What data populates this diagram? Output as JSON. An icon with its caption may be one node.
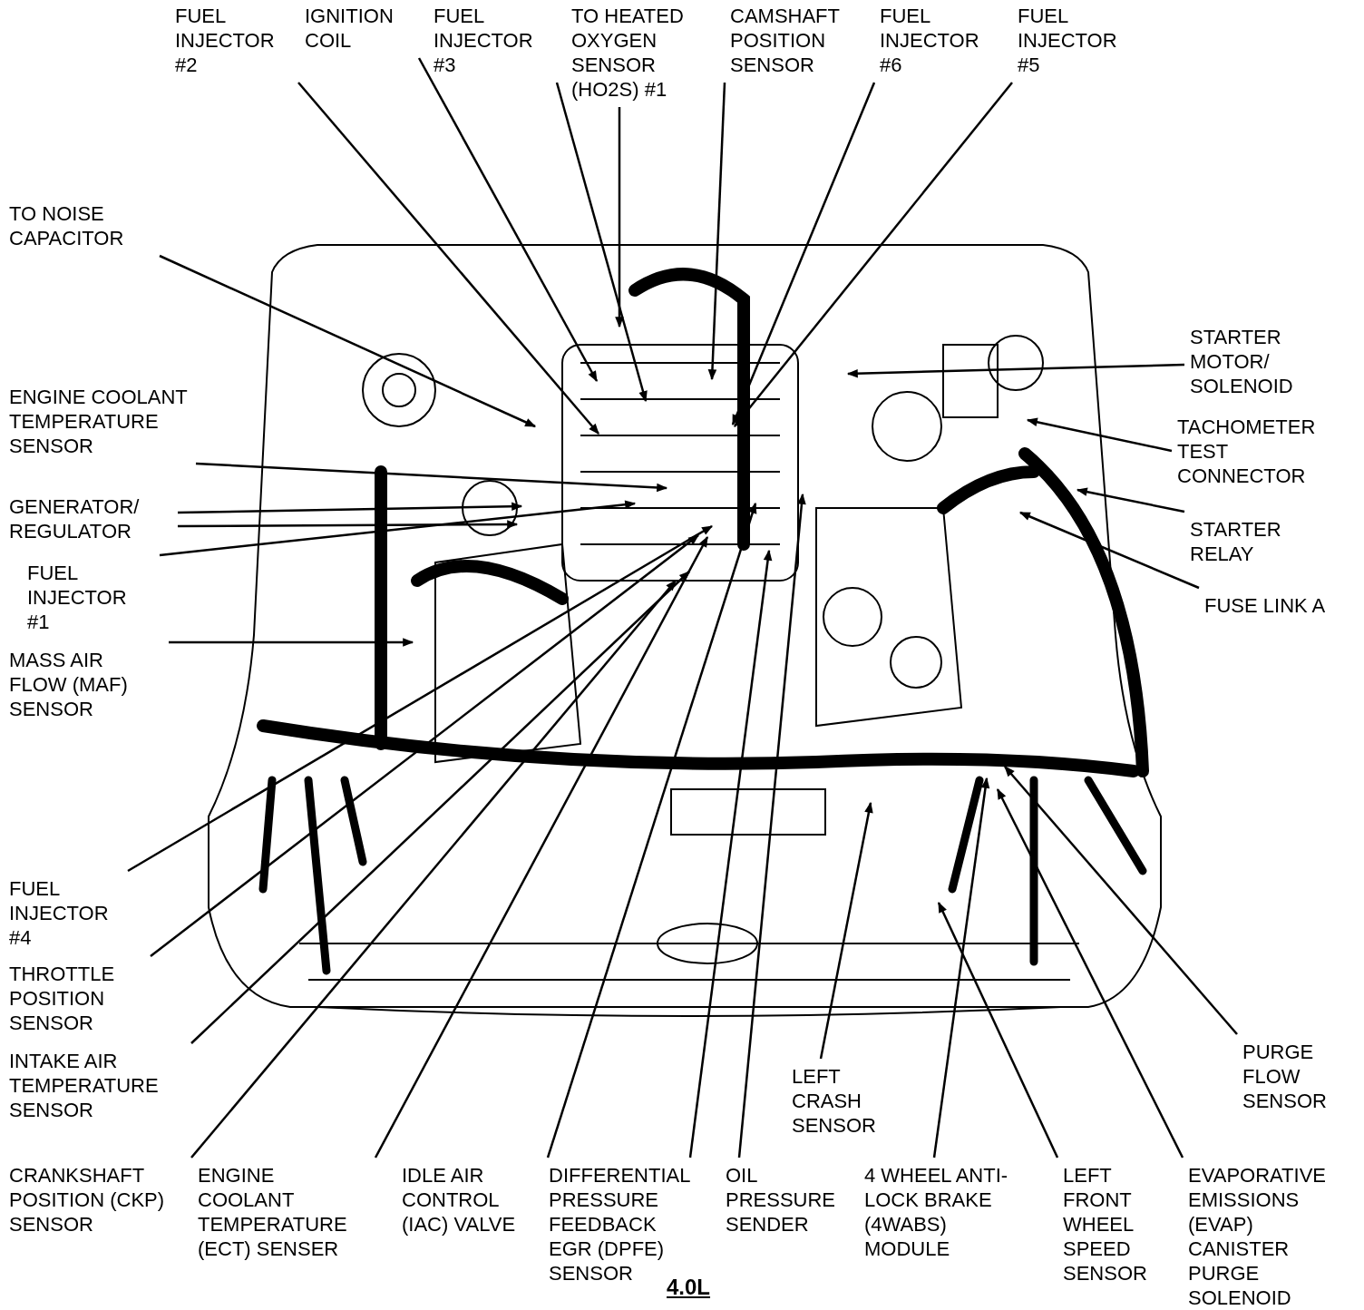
{
  "diagram": {
    "caption": "4.0L",
    "nodes": [
      {
        "text": [
          "FUEL INJECTOR #2"
        ]
      },
      {
        "text": [
          "IGNITION COIL"
        ]
      },
      {
        "text": [
          "FUEL INJECTOR #3"
        ]
      },
      {
        "text": [
          "TO HEATED OXYGEN SENSOR (HO2S) #1"
        ]
      },
      {
        "text": [
          "CAMSHAFT POSITION SENSOR"
        ]
      },
      {
        "text": [
          "FUEL INJECTOR #6"
        ]
      },
      {
        "text": [
          "FUEL INJECTOR #5"
        ]
      },
      {
        "text": [
          "TO NOISE CAPACITOR"
        ]
      },
      {
        "text": [
          "ENGINE COOLANT TEMPERATURE SENSOR"
        ]
      },
      {
        "text": [
          "GENERATOR/ REGULATOR"
        ]
      },
      {
        "text": [
          "FUEL INJECTOR #1"
        ]
      },
      {
        "text": [
          "MASS AIR FLOW (MAF) SENSOR"
        ]
      },
      {
        "text": [
          "STARTER MOTOR/ SOLENOID"
        ]
      },
      {
        "text": [
          "TACHOMETER TEST CONNECTOR"
        ]
      },
      {
        "text": [
          "STARTER RELAY"
        ]
      },
      {
        "text": [
          "FUSE LINK A"
        ]
      },
      {
        "text": [
          "FUEL INJECTOR #4"
        ]
      },
      {
        "text": [
          "THROTTLE POSITION SENSOR"
        ]
      },
      {
        "text": [
          "INTAKE AIR TEMPERATURE SENSOR"
        ]
      },
      {
        "text": [
          "CRANKSHAFT POSITION (CKP) SENSOR"
        ]
      },
      {
        "text": [
          "ENGINE COOLANT TEMPERATURE (ECT) SENSER"
        ]
      },
      {
        "text": [
          "IDLE AIR CONTROL (IAC) VALVE"
        ]
      },
      {
        "text": [
          "DIFFERENTIAL PRESSURE FEEDBACK EGR (DPFE) SENSOR"
        ]
      },
      {
        "text": [
          "OIL PRESSURE SENDER"
        ]
      },
      {
        "text": [
          "LEFT CRASH SENSOR"
        ]
      },
      {
        "text": [
          "4 WHEEL ANTI-LOCK BRAKE (4WABS) MODULE"
        ]
      },
      {
        "text": [
          "LEFT FRONT WHEEL SPEED SENSOR"
        ]
      },
      {
        "text": [
          "EVAPORATIVE EMISSIONS (EVAP) CANISTER PURGE SOLENOID"
        ]
      },
      {
        "text": [
          "PURGE FLOW SENSOR"
        ]
      }
    ],
    "edges": [
      {
        "from": 0,
        "to": null,
        "arrow": "to"
      },
      {
        "from": 1,
        "to": null,
        "arrow": "to"
      },
      {
        "from": 2,
        "to": null,
        "arrow": "to"
      },
      {
        "from": 3,
        "to": null,
        "arrow": "to"
      },
      {
        "from": 4,
        "to": null,
        "arrow": "to"
      },
      {
        "from": 5,
        "to": null,
        "arrow": "to"
      },
      {
        "from": 6,
        "to": null,
        "arrow": "to"
      },
      {
        "from": 7,
        "to": null,
        "arrow": "to"
      },
      {
        "from": 8,
        "to": null,
        "arrow": "to"
      },
      {
        "from": 9,
        "to": null,
        "arrow": "to"
      },
      {
        "from": 9,
        "to": null,
        "arrow": "to"
      },
      {
        "from": 10,
        "to": null,
        "arrow": "to"
      },
      {
        "from": 11,
        "to": null,
        "arrow": "to"
      },
      {
        "from": 12,
        "to": null,
        "arrow": "to"
      },
      {
        "from": 13,
        "to": null,
        "arrow": "to"
      },
      {
        "from": 14,
        "to": null,
        "arrow": "to"
      },
      {
        "from": 15,
        "to": null,
        "arrow": "to"
      },
      {
        "from": 16,
        "to": null,
        "arrow": "to"
      },
      {
        "from": 17,
        "to": null,
        "arrow": "to"
      },
      {
        "from": 18,
        "to": null,
        "arrow": "to"
      },
      {
        "from": 19,
        "to": null,
        "arrow": "to"
      },
      {
        "from": 20,
        "to": null,
        "arrow": "to"
      },
      {
        "from": 21,
        "to": null,
        "arrow": "to"
      },
      {
        "from": 22,
        "to": null,
        "arrow": "to"
      },
      {
        "from": 23,
        "to": null,
        "arrow": "to"
      },
      {
        "from": 24,
        "to": null,
        "arrow": "to"
      },
      {
        "from": 25,
        "to": null,
        "arrow": "to"
      },
      {
        "from": 26,
        "to": null,
        "arrow": "to"
      },
      {
        "from": 27,
        "to": null,
        "arrow": "to"
      },
      {
        "from": 28,
        "to": null,
        "arrow": "to"
      }
    ]
  }
}
